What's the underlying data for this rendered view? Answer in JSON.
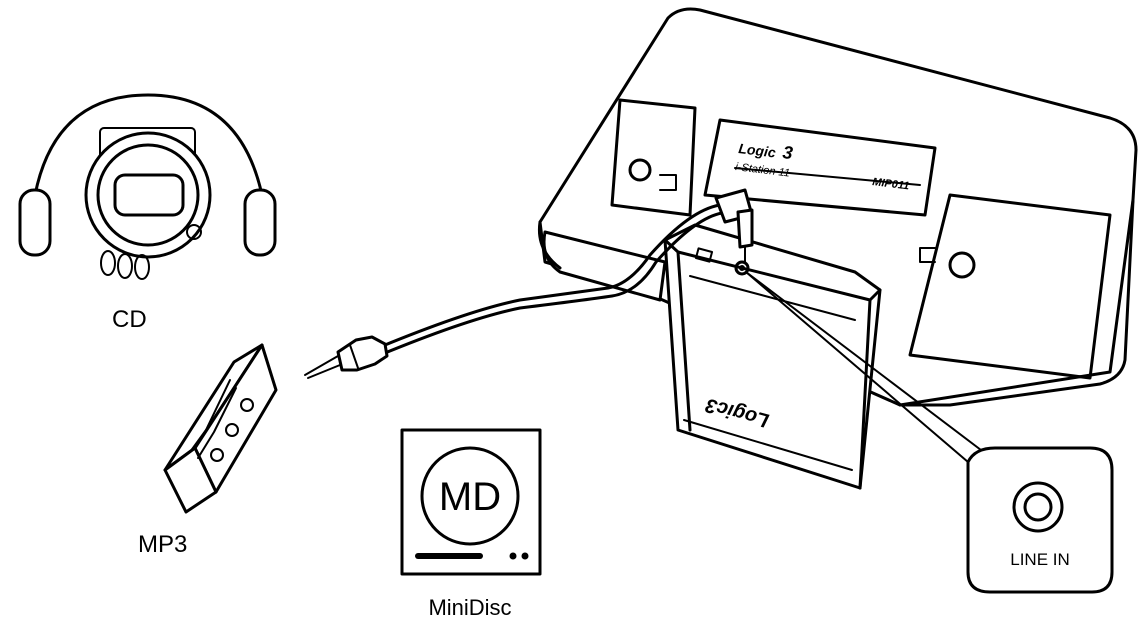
{
  "labels": {
    "cd": "CD",
    "mp3": "MP3",
    "minidisc": "MiniDisc",
    "md_disc": "MD",
    "line_in": "LINE IN"
  },
  "device": {
    "brand": "Logic",
    "brand_number": "3",
    "model_name": "i-Station 11",
    "model_code": "MIP011",
    "dock_logo": "Logic3"
  }
}
